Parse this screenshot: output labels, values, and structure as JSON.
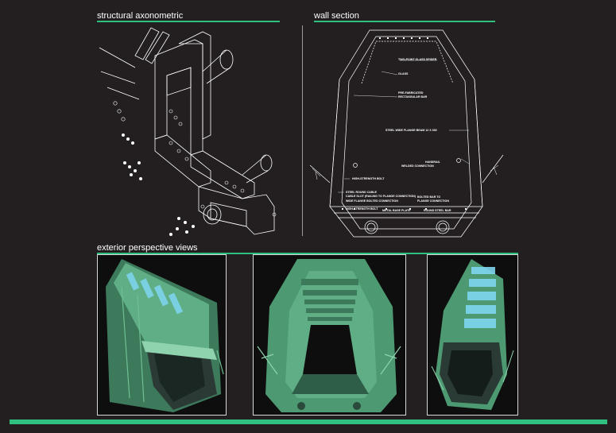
{
  "headings": {
    "axonometric": "structural axonometric",
    "wall_section": "wall section",
    "exterior": "exterior perspective views"
  },
  "section_labels": {
    "spider": "TWO-POINT GLASS SPIDER",
    "glass": "GLASS",
    "bar1": "PRE-FABRICATED",
    "bar2": "RECTANGULAR BAR",
    "beam": "STEEL WIDE FLANGE BEAM 12 X 330",
    "handrail": "HANDRAIL",
    "welded": "WELDED CONNECTION",
    "hsbolt": "HIGH-STRENGTH BOLT",
    "cable": "STEEL ROUND CABLE",
    "slot": "CABLE SLOT (RAILING TO FLANGE CONNECTION)",
    "flange": "WIDE FLANGE BOLTED CONNECTION",
    "bolted1": "BOLTED BAR TO",
    "bolted2": "FLANGE CONNECTION",
    "hsbolt2": "HIGH-STRENGTH BOLT",
    "baseplate": "METAL BASE PLATE",
    "roundbar": "ROUND STEEL BAR"
  },
  "colors": {
    "background": "#231f20",
    "accent": "#2fbf7f",
    "render_green": "#5fae86",
    "glass_blue": "#7fd6f0"
  }
}
